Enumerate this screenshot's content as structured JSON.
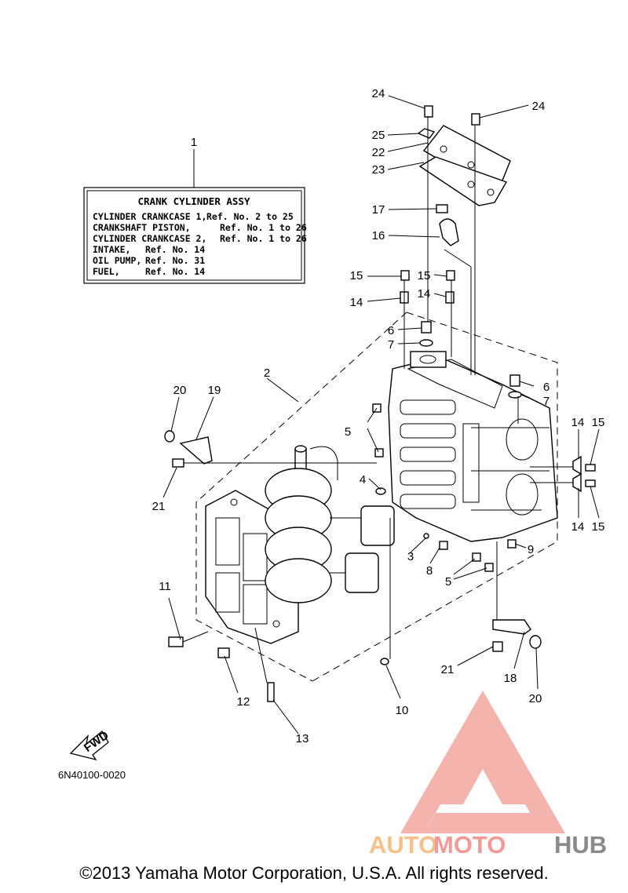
{
  "info_box": {
    "title": "CRANK  CYLINDER ASSY",
    "lines": [
      {
        "name": "CYLINDER CRANKCASE 1,",
        "ref": "Ref. No. 2 to 25"
      },
      {
        "name": "CRANKSHAFT PISTON,",
        "ref": "Ref. No. 1 to 26"
      },
      {
        "name": "CYLINDER CRANKCASE 2,",
        "ref": "Ref. No. 1 to 26"
      },
      {
        "name": "INTAKE,",
        "ref": "Ref. No. 14"
      },
      {
        "name": "OIL PUMP,",
        "ref": "Ref. No. 31"
      },
      {
        "name": "FUEL,",
        "ref": "Ref. No. 14"
      }
    ]
  },
  "callouts": {
    "c1": "1",
    "c2": "2",
    "c3": "3",
    "c4": "4",
    "c5a": "5",
    "c5b": "5",
    "c6a": "6",
    "c6b": "6",
    "c7a": "7",
    "c7b": "7",
    "c8": "8",
    "c9": "9",
    "c10": "10",
    "c11": "11",
    "c12": "12",
    "c13": "13",
    "c14a": "14",
    "c14b": "14",
    "c14c": "14",
    "c14d": "14",
    "c15a": "15",
    "c15b": "15",
    "c15c": "15",
    "c15d": "15",
    "c16": "16",
    "c17": "17",
    "c18": "18",
    "c19": "19",
    "c20a": "20",
    "c20b": "20",
    "c21a": "21",
    "c21b": "21",
    "c22": "22",
    "c23": "23",
    "c24a": "24",
    "c24b": "24",
    "c25": "25"
  },
  "fwd_label": "FWD",
  "catalog_code": "6N40100-0020",
  "watermark": {
    "part1": "AUTO",
    "part2": "MOTO",
    "part3": "HUB",
    "color1": "#f5c08a",
    "color2": "#f29a96",
    "color3": "#8a8a8a"
  },
  "copyright": "©2013 Yamaha Motor Corporation, U.S.A. All rights reserved."
}
